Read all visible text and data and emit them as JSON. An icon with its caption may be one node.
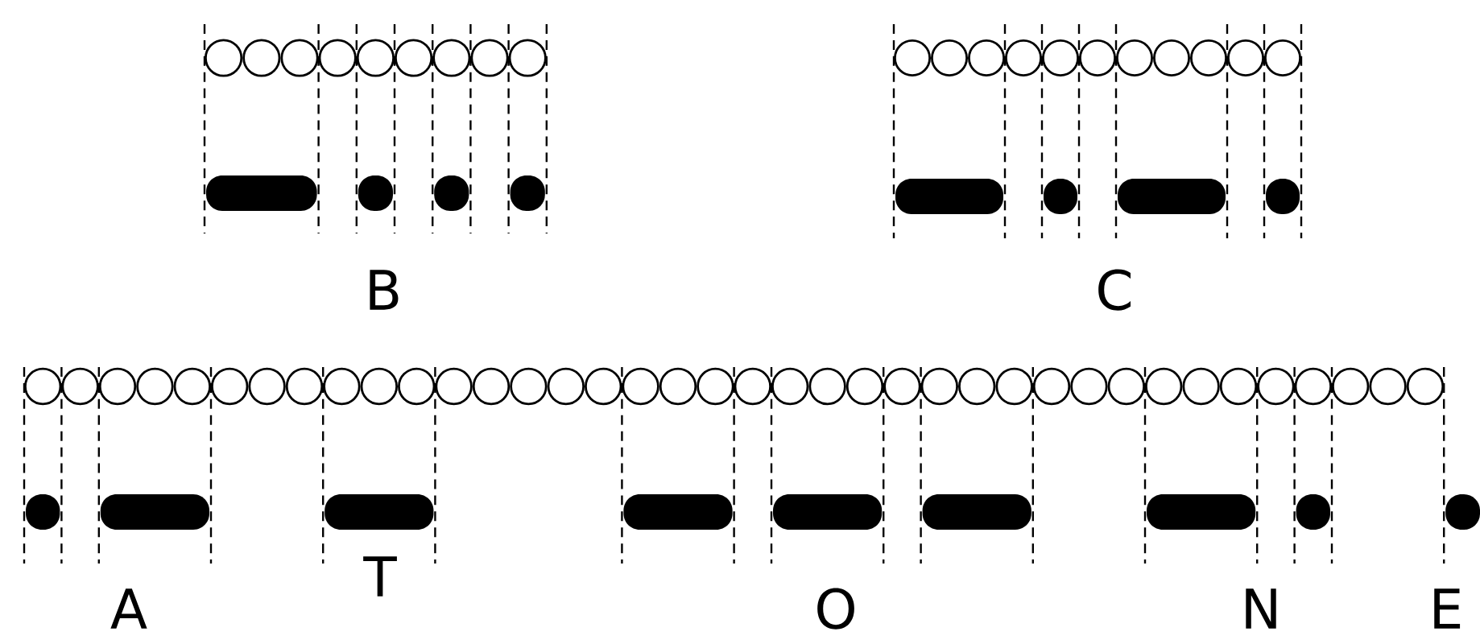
{
  "diagram": {
    "labels": [
      "B",
      "C",
      "A",
      "T",
      "O",
      "N",
      "E"
    ]
  }
}
